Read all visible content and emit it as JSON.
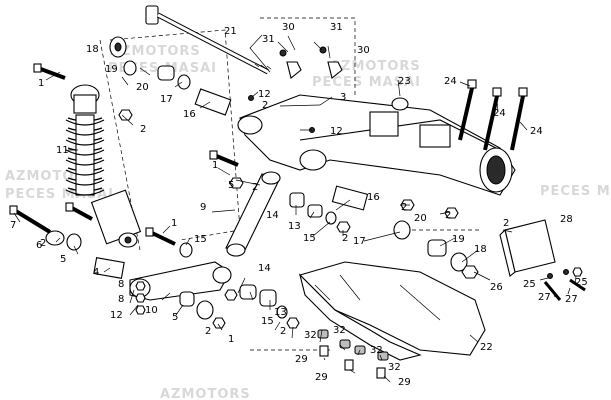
{
  "watermarks": [
    "AZMOTORS",
    "PECES MASAI",
    "AZMOTORS",
    "PECES MASAI",
    "AZMOTORS",
    "PECES MASAI",
    "AZMOTORS",
    "PECES MASAI"
  ],
  "labels": [
    "1",
    "1",
    "1",
    "1",
    "2",
    "2",
    "2",
    "2",
    "2",
    "2",
    "2",
    "2",
    "2",
    "2",
    "3",
    "4",
    "5",
    "5",
    "5",
    "6",
    "7",
    "8",
    "8",
    "9",
    "10",
    "11",
    "12",
    "12",
    "12",
    "13",
    "13",
    "14",
    "14",
    "15",
    "15",
    "15",
    "16",
    "16",
    "17",
    "17",
    "18",
    "18",
    "19",
    "19",
    "20",
    "20",
    "21",
    "22",
    "23",
    "24",
    "24",
    "24",
    "25",
    "25",
    "26",
    "27",
    "27",
    "28",
    "29",
    "29",
    "29",
    "30",
    "30",
    "31",
    "31",
    "32",
    "32",
    "32",
    "32"
  ]
}
